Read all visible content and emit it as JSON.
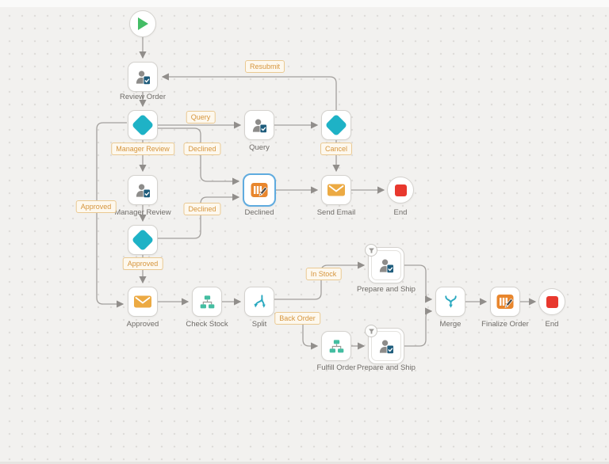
{
  "diagram": {
    "nodes": {
      "start": {
        "icon": "play-icon"
      },
      "review_order": {
        "label": "Review Order",
        "icon": "user-task-icon"
      },
      "manager_review_gateway": {
        "label": "Manager Review",
        "icon": "diamond-gateway-icon"
      },
      "query": {
        "label": "Query",
        "icon": "user-task-icon"
      },
      "cancel_gateway": {
        "label": "Cancel",
        "icon": "diamond-gateway-icon"
      },
      "declined": {
        "label": "Declined",
        "icon": "edit-status-icon",
        "selected": true
      },
      "send_email": {
        "label": "Send Email",
        "icon": "email-icon"
      },
      "end_top": {
        "label": "End",
        "icon": "stop-icon"
      },
      "manager_review": {
        "label": "Manager Review",
        "icon": "user-task-icon"
      },
      "approved_gateway": {
        "label": "Approved",
        "icon": "diamond-gateway-icon"
      },
      "approved": {
        "label": "Approved",
        "icon": "email-icon"
      },
      "check_stock": {
        "label": "Check Stock",
        "icon": "org-chart-icon"
      },
      "split": {
        "label": "Split",
        "icon": "split-icon"
      },
      "prepare_and_ship_top": {
        "label": "Prepare and Ship",
        "icon": "user-task-icon",
        "corner_icon": "filter-icon"
      },
      "fulfill_order": {
        "label": "Fulfill Order",
        "icon": "org-chart-icon"
      },
      "prepare_and_ship_bottom": {
        "label": "Prepare and Ship",
        "icon": "user-task-icon",
        "corner_icon": "filter-icon"
      },
      "merge": {
        "label": "Merge",
        "icon": "merge-icon"
      },
      "finalize_order": {
        "label": "Finalize Order",
        "icon": "edit-status-icon"
      },
      "end_bottom": {
        "label": "End",
        "icon": "stop-icon"
      }
    },
    "edge_labels": {
      "resubmit": "Resubmit",
      "query": "Query",
      "declined_from_manager_review": "Declined",
      "declined_from_approved": "Declined",
      "approved_left": "Approved",
      "in_stock": "In Stock",
      "back_order": "Back Order"
    },
    "edges": [
      {
        "from": "start",
        "to": "review_order"
      },
      {
        "from": "review_order",
        "to": "manager_review_gateway"
      },
      {
        "from": "cancel_gateway",
        "to": "review_order",
        "label": "Resubmit"
      },
      {
        "from": "manager_review_gateway",
        "to": "query",
        "label": "Query"
      },
      {
        "from": "query",
        "to": "cancel_gateway"
      },
      {
        "from": "cancel_gateway",
        "to": "send_email"
      },
      {
        "from": "manager_review_gateway",
        "to": "manager_review"
      },
      {
        "from": "manager_review_gateway",
        "to": "declined",
        "label": "Declined"
      },
      {
        "from": "approved_gateway",
        "to": "declined",
        "label": "Declined"
      },
      {
        "from": "manager_review_gateway",
        "to": "approved",
        "label": "Approved"
      },
      {
        "from": "approved_gateway",
        "to": "approved"
      },
      {
        "from": "manager_review",
        "to": "approved_gateway"
      },
      {
        "from": "declined",
        "to": "send_email"
      },
      {
        "from": "send_email",
        "to": "end_top"
      },
      {
        "from": "approved",
        "to": "check_stock"
      },
      {
        "from": "check_stock",
        "to": "split"
      },
      {
        "from": "split",
        "to": "prepare_and_ship_top",
        "label": "In Stock"
      },
      {
        "from": "split",
        "to": "fulfill_order",
        "label": "Back Order"
      },
      {
        "from": "fulfill_order",
        "to": "prepare_and_ship_bottom"
      },
      {
        "from": "prepare_and_ship_top",
        "to": "merge"
      },
      {
        "from": "prepare_and_ship_bottom",
        "to": "merge"
      },
      {
        "from": "merge",
        "to": "finalize_order"
      },
      {
        "from": "finalize_order",
        "to": "end_bottom"
      }
    ],
    "colors": {
      "canvas_bg": "#f2f1ef",
      "grid_dot": "#dedcd9",
      "connector": "#a3a09d",
      "node_border": "#d4d2ce",
      "selected_border": "#5fabdf",
      "gateway_diamond": "#1eb2c6",
      "flow_icon": "#2aa9c0",
      "status_icon_orange": "#e8862d",
      "email_icon": "#ecaa43",
      "org_chart_icon": "#43bda1",
      "person_gray": "#8d8c8a",
      "clipboard_blue": "#1e5c7c",
      "start_green": "#44bd66",
      "end_red": "#e8382e",
      "badge_text": "#d6953c",
      "badge_bg": "#fdf8ee",
      "badge_border": "#eac992",
      "label_text": "#6e6b67"
    }
  }
}
